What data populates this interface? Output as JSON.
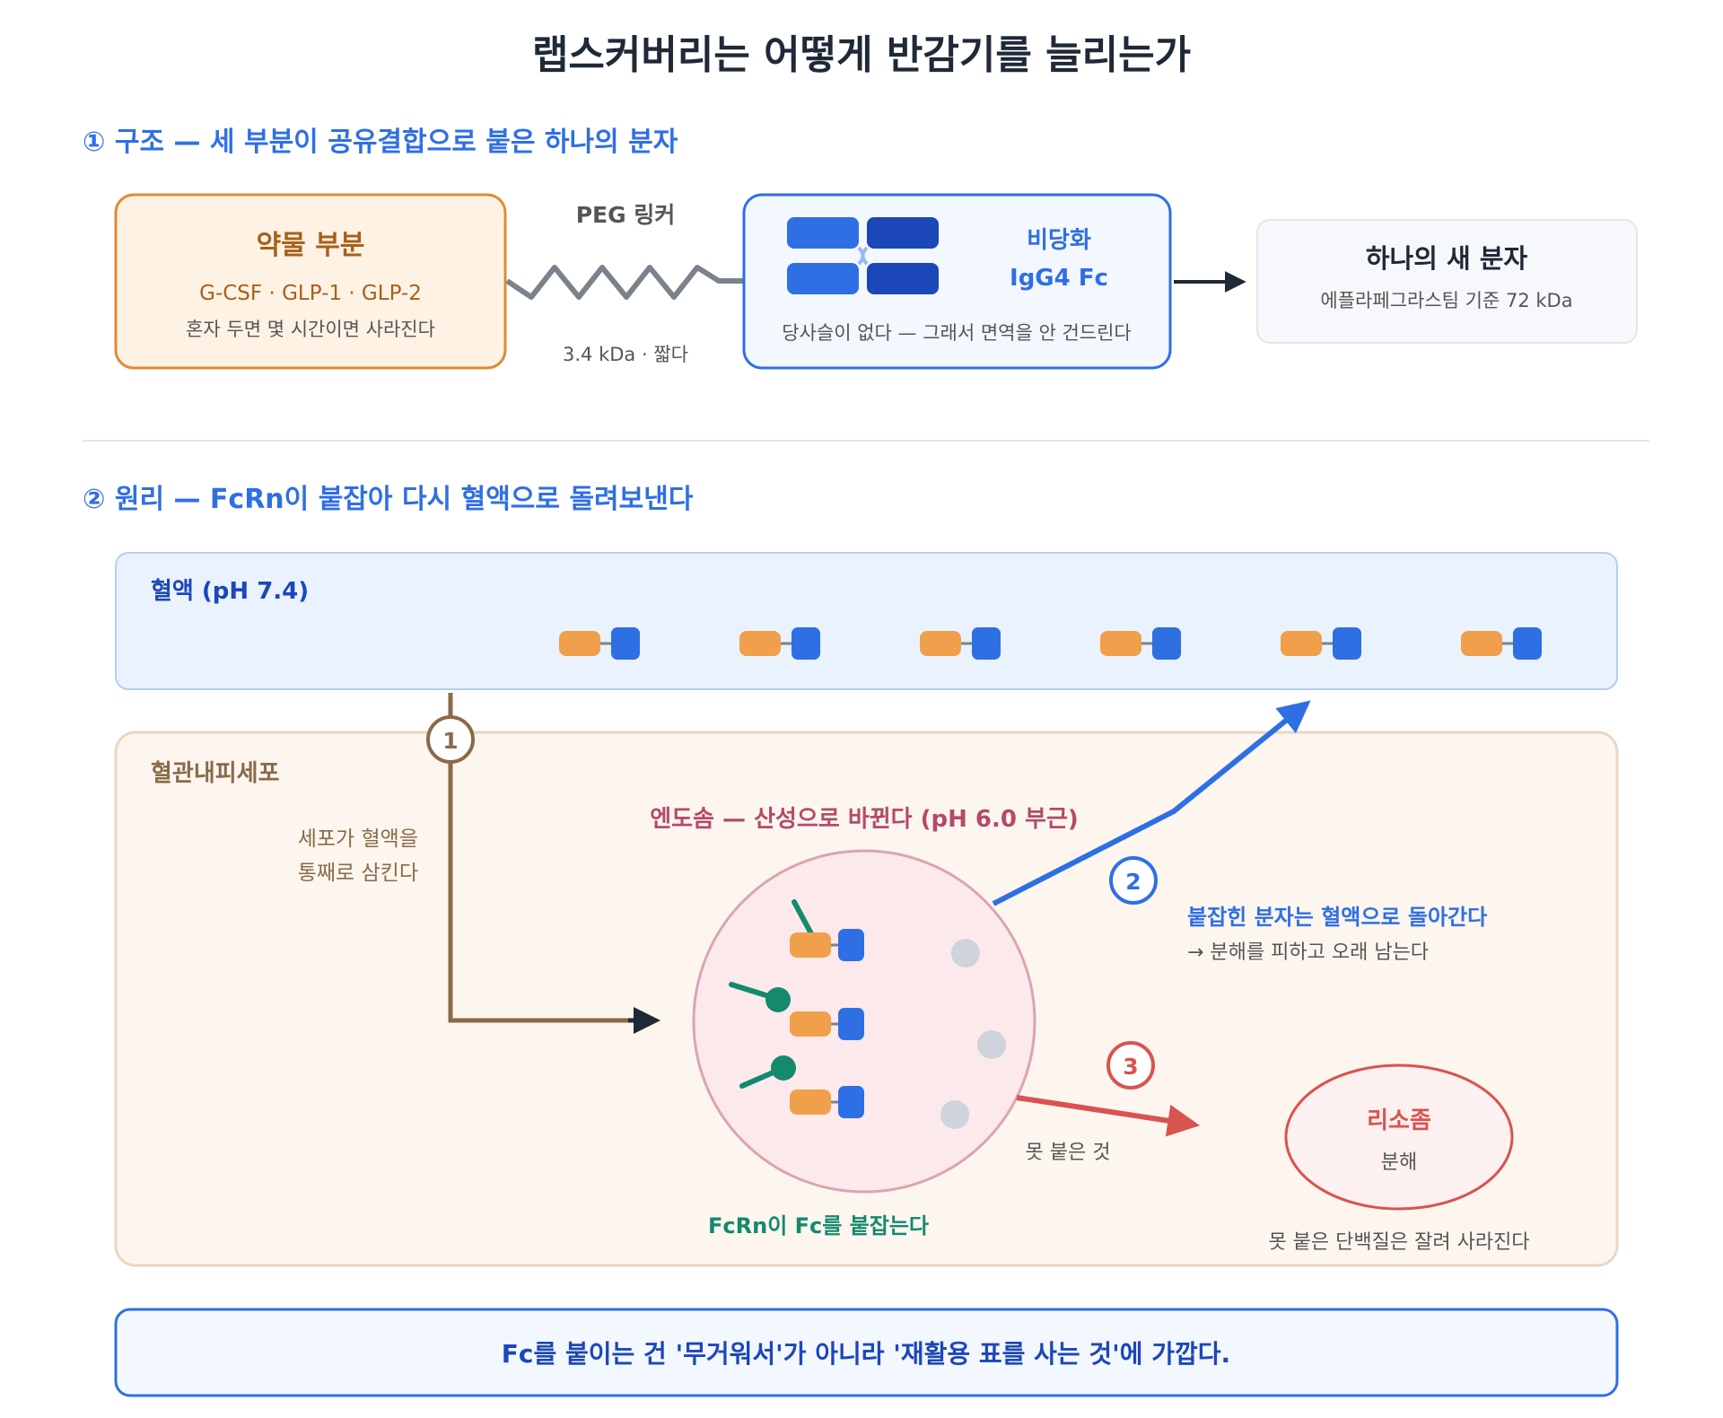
{
  "title": "랩스커버리는 어떻게 반감기를 늘리는가",
  "section1": {
    "heading": "① 구조 — 세 부분이 공유결합으로 붙은 하나의 분자",
    "drug": {
      "title": "약물 부분",
      "subtitle": "G-CSF · GLP-1 · GLP-2",
      "note": "혼자 두면 몇 시간이면 사라진다"
    },
    "linker": {
      "title": "PEG 링커",
      "note": "3.4 kDa · 짧다"
    },
    "fc": {
      "line1": "비당화",
      "line2": "IgG4 Fc",
      "note": "당사슬이 없다 — 그래서 면역을 안 건드린다"
    },
    "result": {
      "title": "하나의 새 분자",
      "note": "에플라페그라스팀 기준 72 kDa"
    }
  },
  "section2": {
    "heading": "② 원리 — FcRn이 붙잡아 다시 혈액으로 돌려보낸다",
    "blood_label": "혈액 (pH 7.4)",
    "cell_label": "혈관내피세포",
    "uptake_note_line1": "세포가 혈액을",
    "uptake_note_line2": "통째로 삼킨다",
    "endosome_label": "엔도솜 — 산성으로 바뀐다 (pH 6.0 부근)",
    "fcrn_label": "FcRn이 Fc를 붙잡는다",
    "step1": "1",
    "step2": "2",
    "step3": "3",
    "return_title": "붙잡힌 분자는 혈액으로 돌아간다",
    "return_note": "→ 분해를 피하고 오래 남는다",
    "unbound_label": "못 붙은 것",
    "lysosome_title": "리소좀",
    "lysosome_note": "분해",
    "lysosome_caption": "못 붙은 단백질은 잘려 사라진다"
  },
  "conclusion": "Fc를 붙이는 건 '무거워서'가 아니라 '재활용 표를 사는 것'에 가깝다.",
  "colors": {
    "accent_blue": "#2f6fe4",
    "dark_blue": "#1c47b8",
    "drug_orange": "#f0a04b",
    "drug_text": "#a8601a",
    "cell_brown": "#8a6a48",
    "endosome_red": "#b44a6a",
    "fcrn_green": "#15896e",
    "lysosome_red": "#d9534f"
  }
}
